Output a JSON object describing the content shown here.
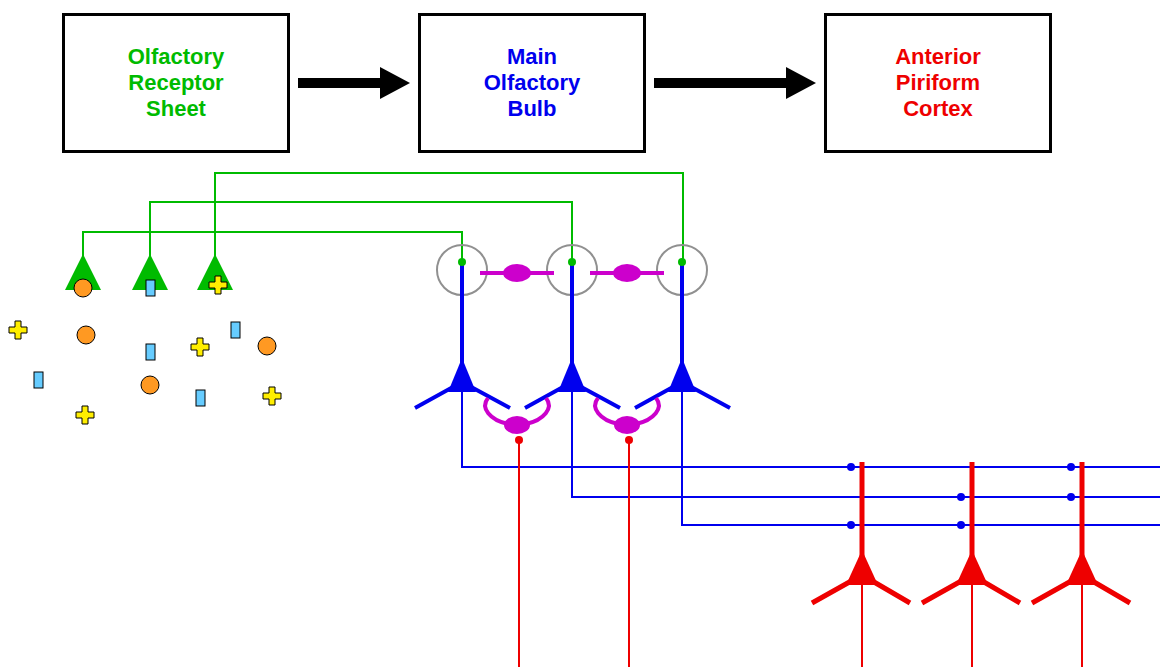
{
  "diagram": {
    "nodes": [
      {
        "text": [
          "Olfactory Receptor Sheet"
        ]
      },
      {
        "text": [
          "Main Olfactory Bulb"
        ]
      },
      {
        "text": [
          "Anterior Piriform Cortex"
        ]
      }
    ],
    "edges": [
      {
        "from": 0,
        "to": 1,
        "arrow": "to"
      },
      {
        "from": 1,
        "to": 2,
        "arrow": "to"
      }
    ]
  }
}
